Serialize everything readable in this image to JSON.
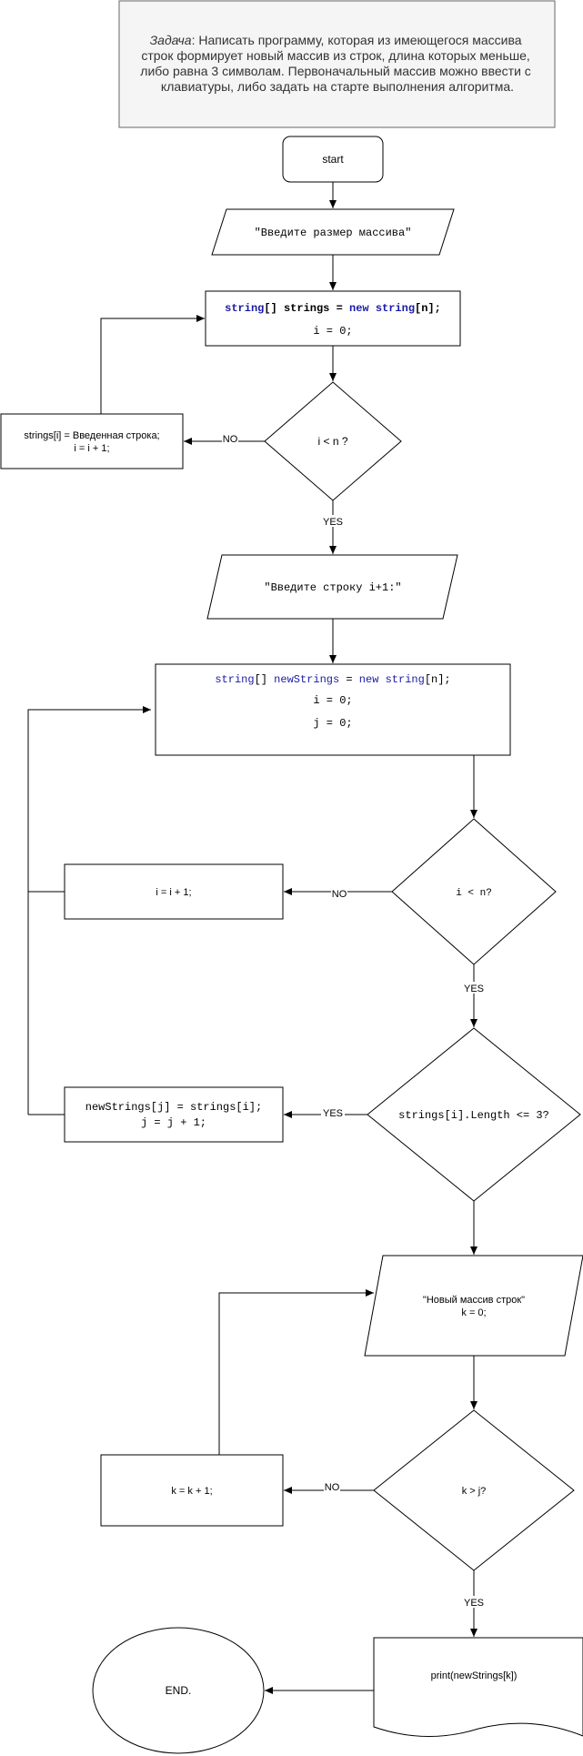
{
  "task": {
    "label": "Задача",
    "lines": [
      "Написать программу, которая из имеющегося массива",
      "строк формирует новый массив из строк, длина которых меньше,",
      "либо равна 3 символам. Первоначальный массив можно ввести с",
      "клавиатуры, либо задать на старте выполнения алгоритма."
    ]
  },
  "nodes": {
    "start": "start",
    "input_size": "\"Введите размер массива\"",
    "init1": {
      "kw_type": "string",
      "brackets": "[]",
      "var": "strings",
      "eq": " = ",
      "kw_new": "new",
      "kw_type2": "string",
      "size": "[n];",
      "line2": "i = 0;"
    },
    "cond1": "i < n ?",
    "assign1": {
      "line1": "strings[i] = Введенная строка;",
      "line2": "i = i + 1;"
    },
    "input_str": "\"Введите строку i+1:\"",
    "init2": {
      "kw_type": "string",
      "brackets": "[]",
      "var": "newStrings",
      "eq": " = ",
      "kw_new": "new",
      "kw_type2": "string",
      "size": "[n];",
      "line2": "i = 0;",
      "line3": "j = 0;"
    },
    "cond2": "i < n?",
    "inc_i": "i = i + 1;",
    "cond3": "strings[i].Length <= 3?",
    "assign2": {
      "line1": "newStrings[j] = strings[i];",
      "line2": "j = j + 1;"
    },
    "output_head": {
      "line1": "\"Новый массив строк\"",
      "line2": "k = 0;"
    },
    "cond4": "k > j?",
    "inc_k": "k = k + 1;",
    "print": "print(newStrings[k])",
    "end": "END."
  },
  "edge_labels": {
    "no1": "NO",
    "yes1": "YES",
    "no2": "NO",
    "yes2": "YES",
    "yes3": "YES",
    "no4": "NO",
    "yes4": "YES"
  }
}
